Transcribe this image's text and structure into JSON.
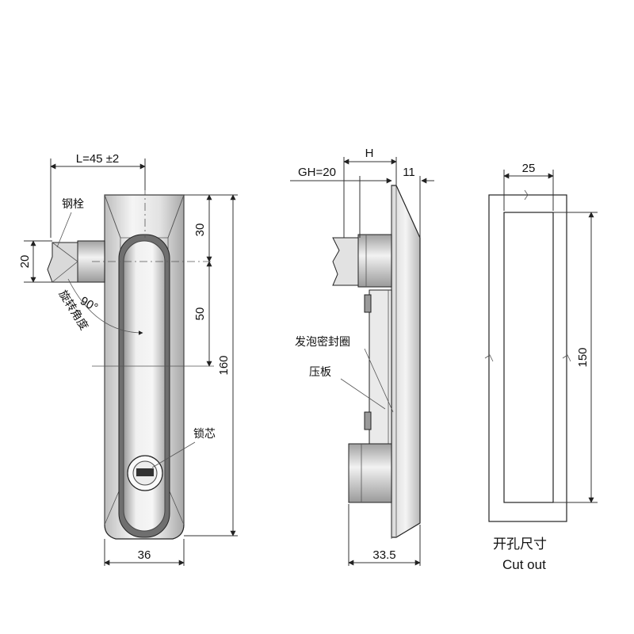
{
  "front_view": {
    "dim_length": "L=45 ±2",
    "dim_height_20": "20",
    "dim_30": "30",
    "dim_50": "50",
    "dim_160": "160",
    "dim_width": "36",
    "angle": "90°",
    "label_bolt": "钢栓",
    "label_rotation": "旋转角度",
    "label_core": "锁芯"
  },
  "side_view": {
    "dim_h": "H",
    "dim_gh": "GH=20",
    "dim_11": "11",
    "dim_depth": "33.5",
    "label_seal": "发泡密封圈",
    "label_plate": "压板"
  },
  "cutout_view": {
    "dim_width": "25",
    "dim_height": "150",
    "title_cn": "开孔尺寸",
    "title_en": "Cut out"
  },
  "colors": {
    "metal_light": "#f2f2f2",
    "metal_mid": "#c8c8c8",
    "metal_dark": "#8c8c8c",
    "line": "#333333"
  }
}
